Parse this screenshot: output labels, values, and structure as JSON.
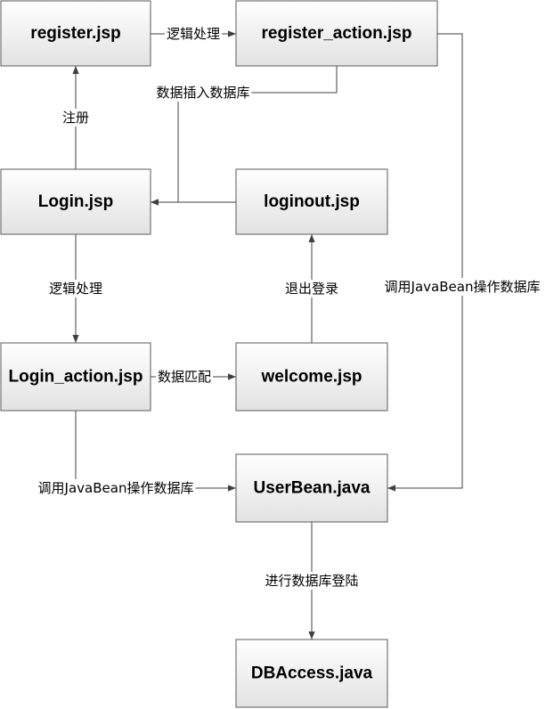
{
  "diagram": {
    "nodes": [
      {
        "id": "register",
        "label": "register.jsp"
      },
      {
        "id": "register_action",
        "label": "register_action.jsp"
      },
      {
        "id": "login",
        "label": "Login.jsp"
      },
      {
        "id": "loginout",
        "label": "loginout.jsp"
      },
      {
        "id": "login_action",
        "label": "Login_action.jsp"
      },
      {
        "id": "welcome",
        "label": "welcome.jsp"
      },
      {
        "id": "userbean",
        "label": "UserBean.java"
      },
      {
        "id": "dbaccess",
        "label": "DBAccess.java"
      }
    ],
    "edges": [
      {
        "id": "register-to-register-action",
        "from": "register",
        "to": "register_action",
        "label": "逻辑处理"
      },
      {
        "id": "register-action-to-login",
        "from": "register_action",
        "to": "login",
        "label": "数据插入数据库"
      },
      {
        "id": "login-to-register",
        "from": "login",
        "to": "register",
        "label": "注册"
      },
      {
        "id": "loginout-to-login",
        "from": "loginout",
        "to": "login",
        "label": ""
      },
      {
        "id": "login-to-login-action",
        "from": "login",
        "to": "login_action",
        "label": "逻辑处理"
      },
      {
        "id": "login-action-to-welcome",
        "from": "login_action",
        "to": "welcome",
        "label": "数据匹配"
      },
      {
        "id": "welcome-to-loginout",
        "from": "welcome",
        "to": "loginout",
        "label": "退出登录"
      },
      {
        "id": "register-action-to-userbean",
        "from": "register_action",
        "to": "userbean",
        "label": "调用JavaBean操作数据库"
      },
      {
        "id": "login-action-to-userbean",
        "from": "login_action",
        "to": "userbean",
        "label": "调用JavaBean操作数据库"
      },
      {
        "id": "userbean-to-dbaccess",
        "from": "userbean",
        "to": "dbaccess",
        "label": "进行数据库登陆"
      }
    ]
  }
}
